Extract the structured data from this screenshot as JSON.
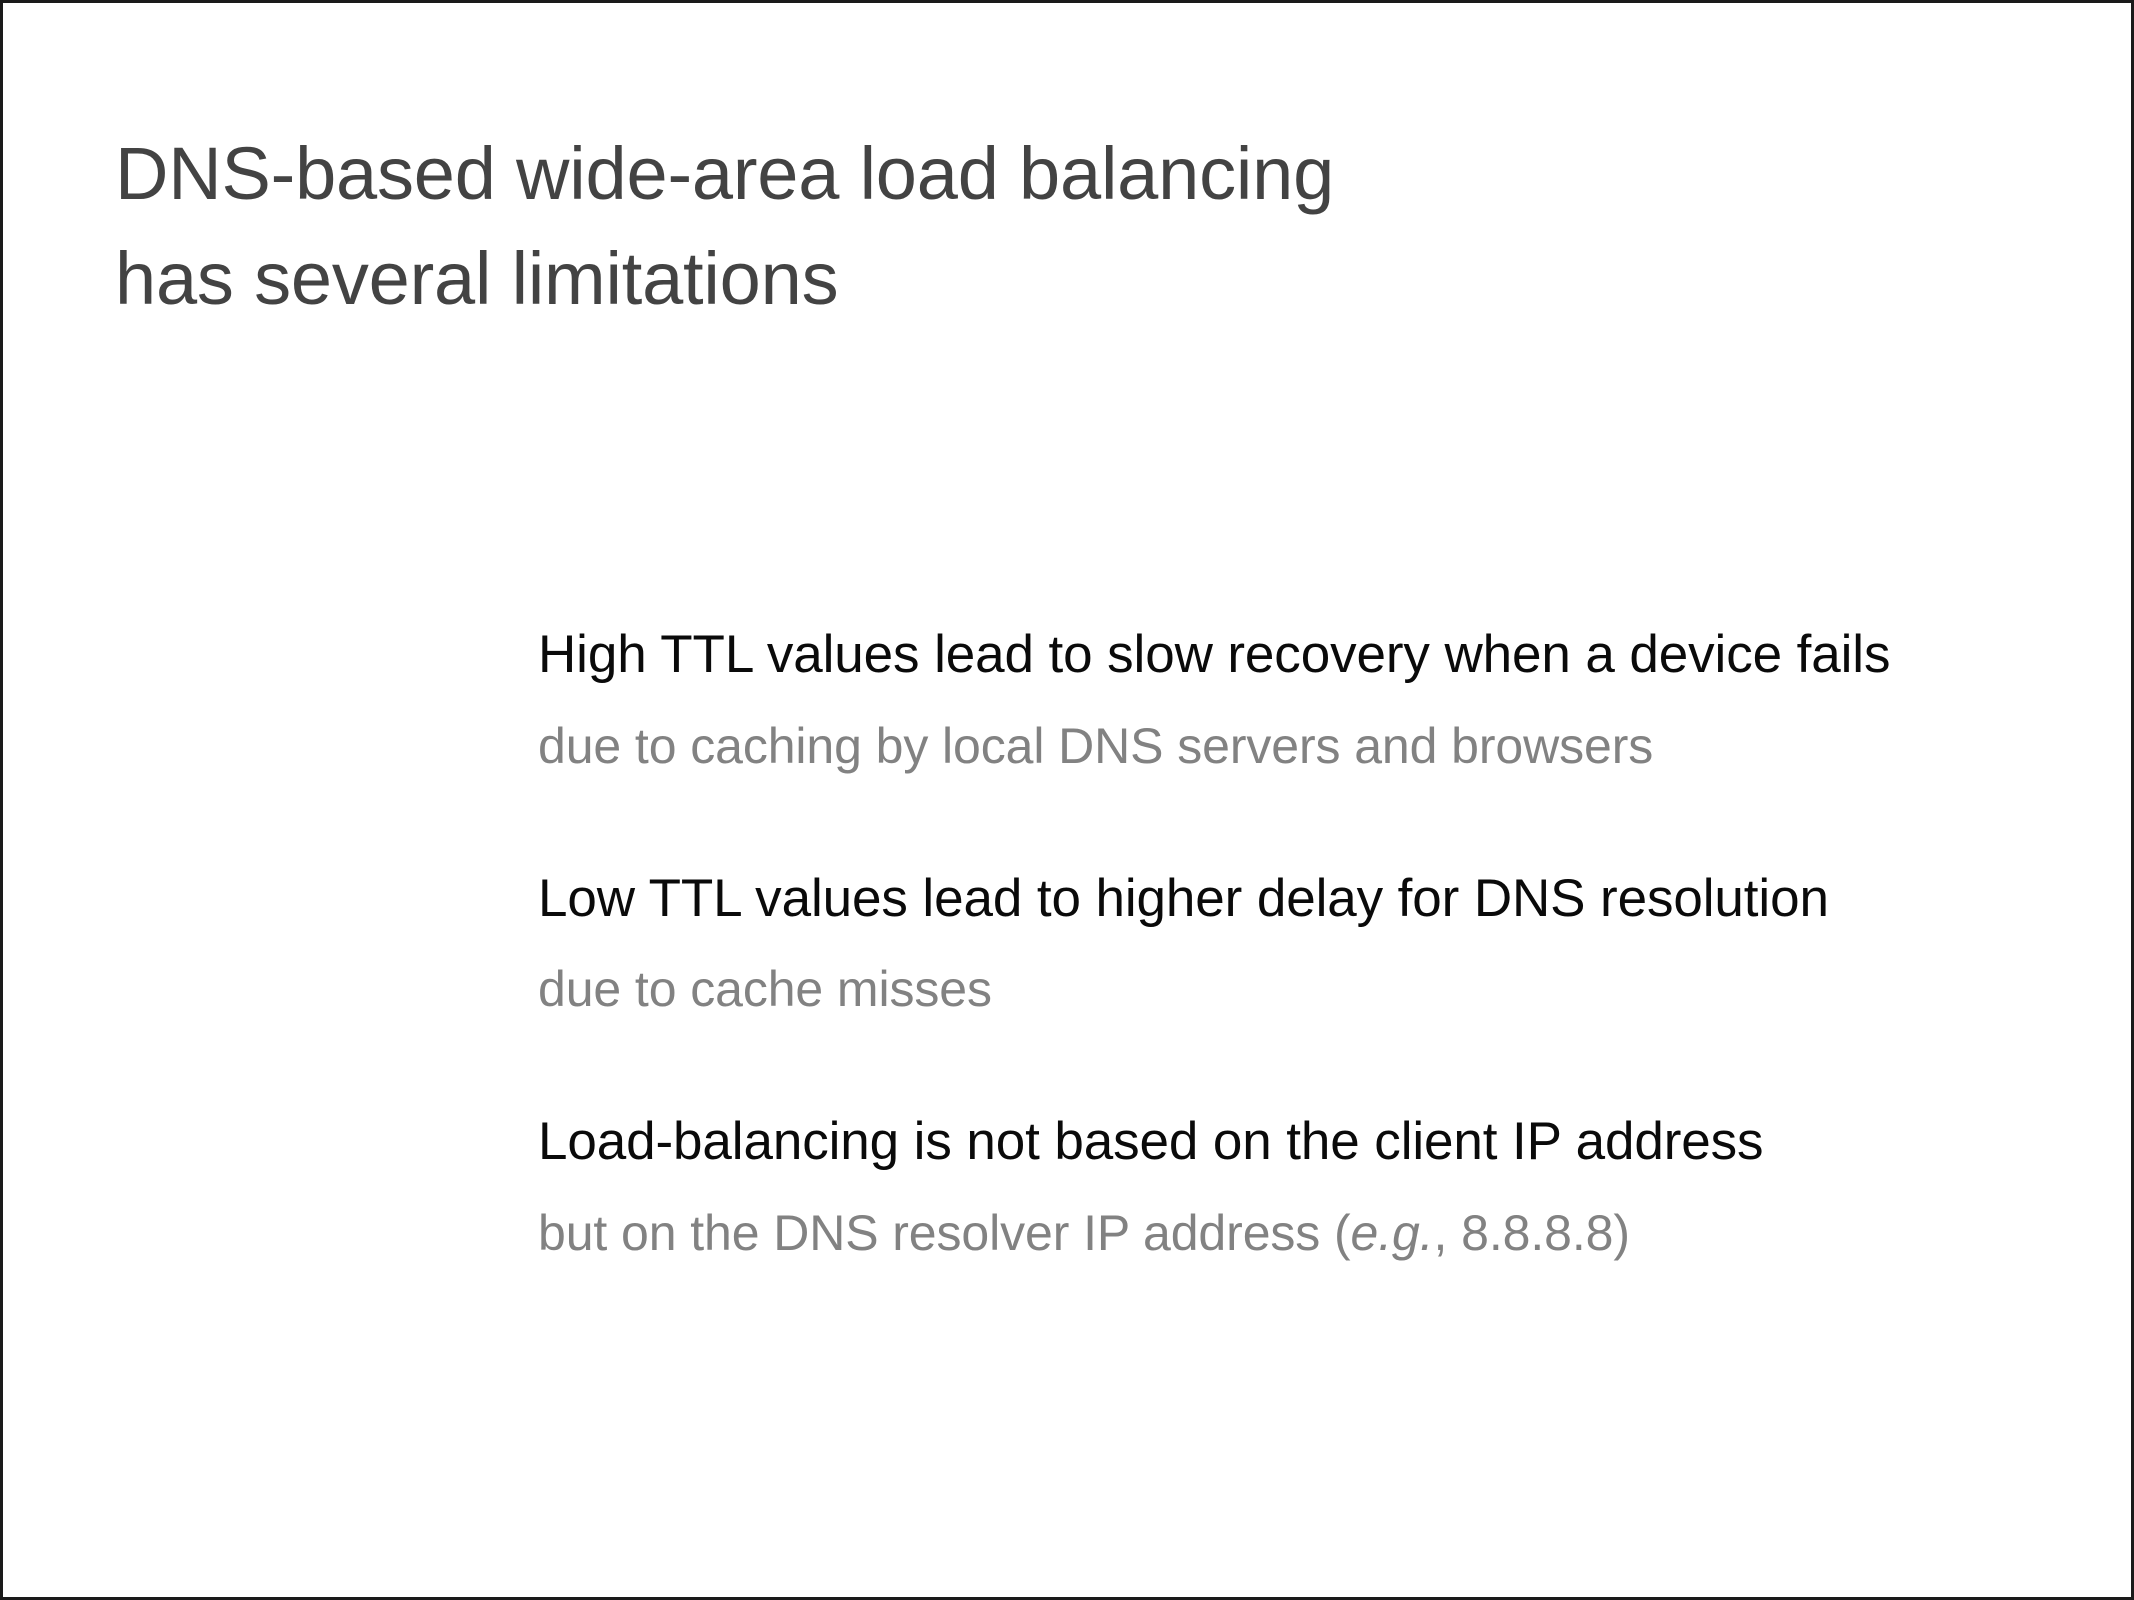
{
  "slide": {
    "background_color": "#ffffff",
    "border_color": "#1a1a1a",
    "title_color": "#434343",
    "headline_color": "#0a0a0a",
    "subtext_color": "#828282",
    "title": {
      "line1": "DNS-based wide-area load balancing",
      "line2": "has several limitations"
    },
    "bullets": [
      {
        "headline": "High TTL values lead to slow recovery when a device fails",
        "subtext": "due to caching by local DNS servers and browsers"
      },
      {
        "headline": "Low TTL values lead to higher delay for DNS resolution",
        "subtext": "due to cache misses"
      },
      {
        "headline": "Load-balancing is not based on the client IP address",
        "subtext_before": "but on the DNS resolver IP address (",
        "subtext_emphasis": "e.g.",
        "subtext_after": ", 8.8.8.8)"
      }
    ]
  }
}
